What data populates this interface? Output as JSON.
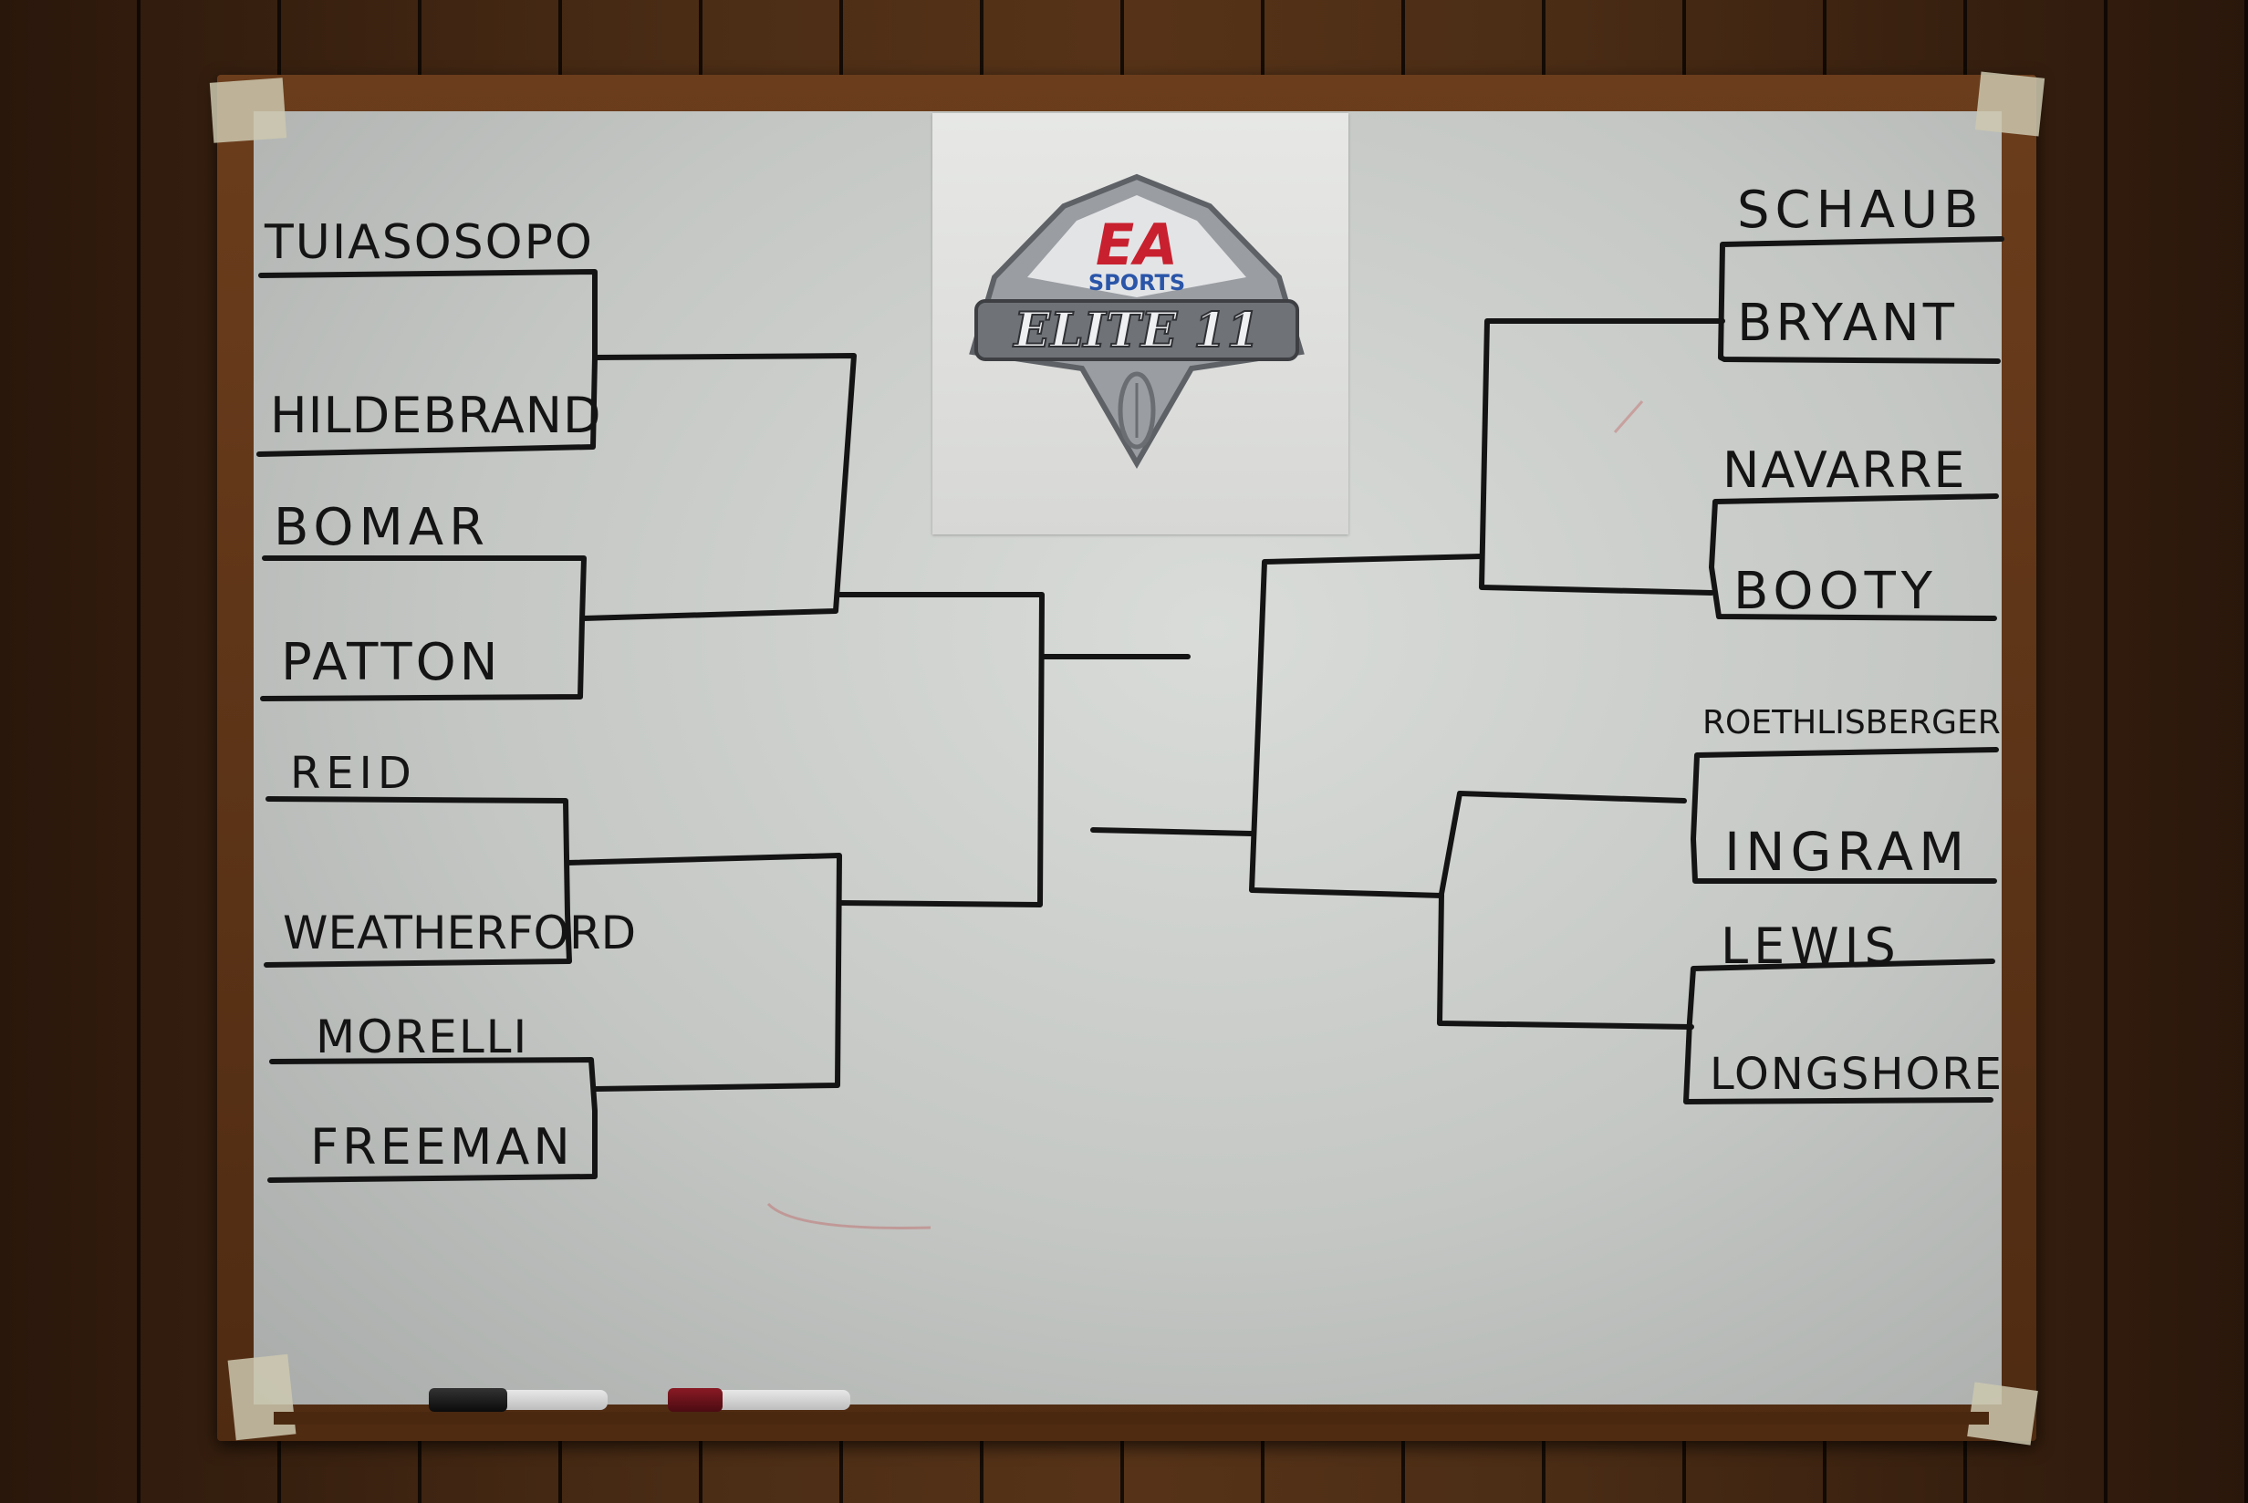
{
  "logo": {
    "ea_text": "EA",
    "sports_text": "SPORTS",
    "title_text": "ELITE 11"
  },
  "bracket": {
    "left": {
      "names": [
        "TUIASOSOPO",
        "HILDEBRAND",
        "BOMAR",
        "PATTON",
        "REID",
        "WEATHERFORD",
        "MORELLI",
        "FREEMAN"
      ]
    },
    "right": {
      "names": [
        "SCHAUB",
        "BRYANT",
        "NAVARRE",
        "BOOTY",
        "ROETHLISBERGER",
        "INGRAM",
        "LEWIS",
        "LONGSHORE"
      ]
    }
  },
  "colors": {
    "ink": "#141414",
    "board": "#d5d8d5",
    "frame": "#5e3418",
    "ea_red": "#c8202e",
    "sports_blue": "#2a55a8",
    "elite_silver": "#8c8f94"
  }
}
